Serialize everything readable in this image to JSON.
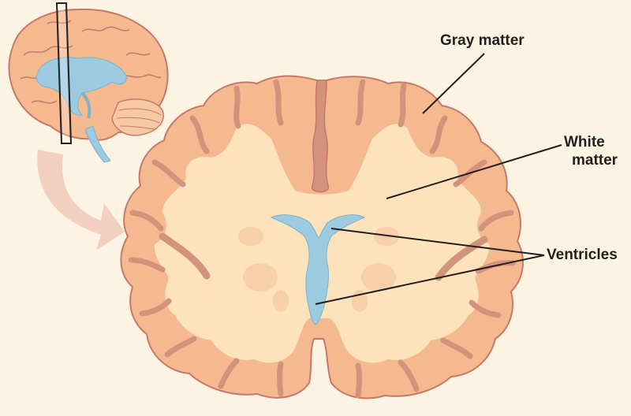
{
  "diagram": {
    "labels": {
      "gray_matter": "Gray matter",
      "white_matter_line1": "White",
      "white_matter_line2": "matter",
      "ventricles": "Ventricles"
    },
    "colors": {
      "background": "#fdf3e2",
      "gray_matter": "#f4b98f",
      "white_matter": "#fde3bc",
      "ventricle": "#9ccbe0",
      "outline": "#c8786a",
      "sulcus": "#d3927c",
      "arrow": "#efc9b9",
      "leader_line": "#231f20"
    },
    "icons": [
      "brain-lateral-view-icon",
      "section-plane-icon",
      "curved-arrow-icon"
    ]
  }
}
